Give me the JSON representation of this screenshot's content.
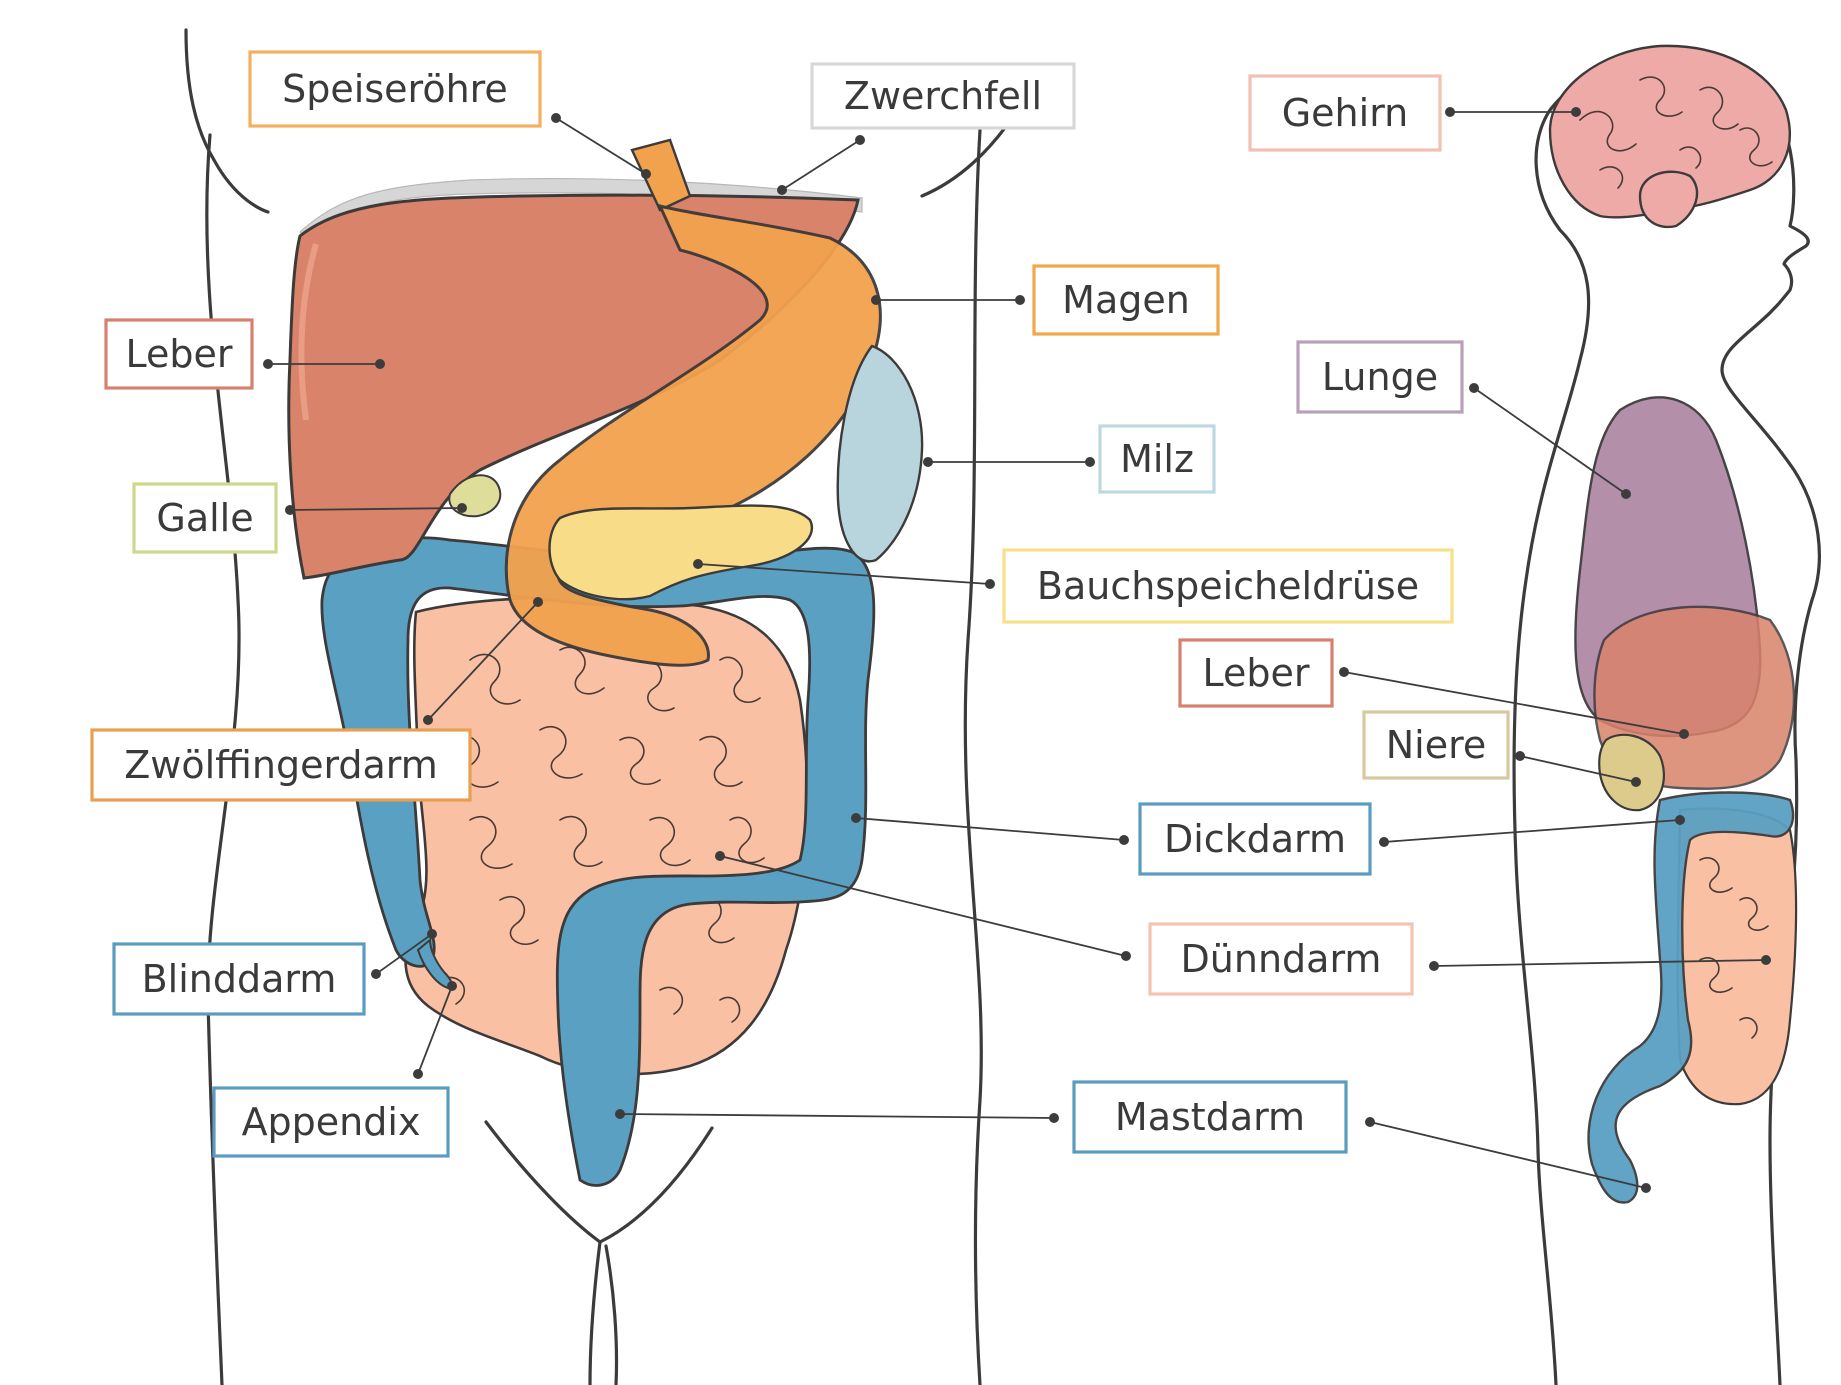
{
  "colors": {
    "liver": "#d9836b",
    "stomach": "#f2a24d",
    "spleen": "#b8d4dc",
    "pancreas": "#f8dc88",
    "gallbladder": "#dede9a",
    "colon": "#5aa0c2",
    "small_intestine": "#f9c0a4",
    "brain": "#eeaaa6",
    "lung": "#b08aa6",
    "kidney": "#dccb8a",
    "outline": "#3d3a3a"
  },
  "labels": [
    {
      "id": "speiseroehre",
      "text": "Speiseröhre",
      "border": "#f2b060"
    },
    {
      "id": "zwerchfell",
      "text": "Zwerchfell",
      "border": "#d8d8d8"
    },
    {
      "id": "magen",
      "text": "Magen",
      "border": "#f0a84a"
    },
    {
      "id": "leber",
      "text": "Leber",
      "border": "#d4826e"
    },
    {
      "id": "milz",
      "text": "Milz",
      "border": "#bcd8e2"
    },
    {
      "id": "galle",
      "text": "Galle",
      "border": "#cfd88a"
    },
    {
      "id": "bauchspeicheldruese",
      "text": "Bauchspeicheldrüse",
      "border": "#f6e08a"
    },
    {
      "id": "zwoelffingerdarm",
      "text": "Zwölffingerdarm",
      "border": "#e6a050"
    },
    {
      "id": "blinddarm",
      "text": "Blinddarm",
      "border": "#5a9cc0"
    },
    {
      "id": "appendix",
      "text": "Appendix",
      "border": "#5a9cc0"
    },
    {
      "id": "dickdarm",
      "text": "Dickdarm",
      "border": "#5a9cc0"
    },
    {
      "id": "duenndarm",
      "text": "Dünndarm",
      "border": "#f6c4ae"
    },
    {
      "id": "mastdarm",
      "text": "Mastdarm",
      "border": "#5a9cc0"
    },
    {
      "id": "gehirn",
      "text": "Gehirn",
      "border": "#f0c0b4"
    },
    {
      "id": "lunge",
      "text": "Lunge",
      "border": "#b8a0b8"
    },
    {
      "id": "leber_side",
      "text": "Leber",
      "border": "#d4826e"
    },
    {
      "id": "niere",
      "text": "Niere",
      "border": "#d8c8a0"
    },
    {
      "id": "dickdarm_side",
      "text": "Dickdarm",
      "border": "#5a9cc0"
    },
    {
      "id": "duenndarm_side",
      "text": "Dünndarm",
      "border": "#f6c4ae"
    },
    {
      "id": "mastdarm_side",
      "text": "Mastdarm",
      "border": "#5a9cc0"
    }
  ]
}
